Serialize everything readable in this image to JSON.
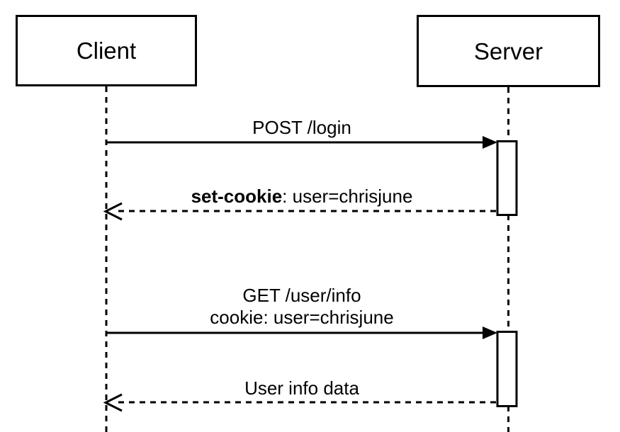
{
  "colors": {
    "stroke": "#000000",
    "background": "#ffffff",
    "activation_fill": "#ffffff"
  },
  "actors": [
    {
      "label": "Client"
    },
    {
      "label": "Server"
    }
  ],
  "messages": [
    {
      "label": "POST /login",
      "from": "Client",
      "to": "Server",
      "style": "solid"
    },
    {
      "label_bold": "set-cookie",
      "label_rest": ": user=chrisjune",
      "from": "Server",
      "to": "Client",
      "style": "dashed"
    },
    {
      "lines": [
        "GET /user/info",
        "cookie: user=chrisjune"
      ],
      "from": "Client",
      "to": "Server",
      "style": "solid"
    },
    {
      "label": "User info data",
      "from": "Server",
      "to": "Client",
      "style": "dashed"
    }
  ]
}
